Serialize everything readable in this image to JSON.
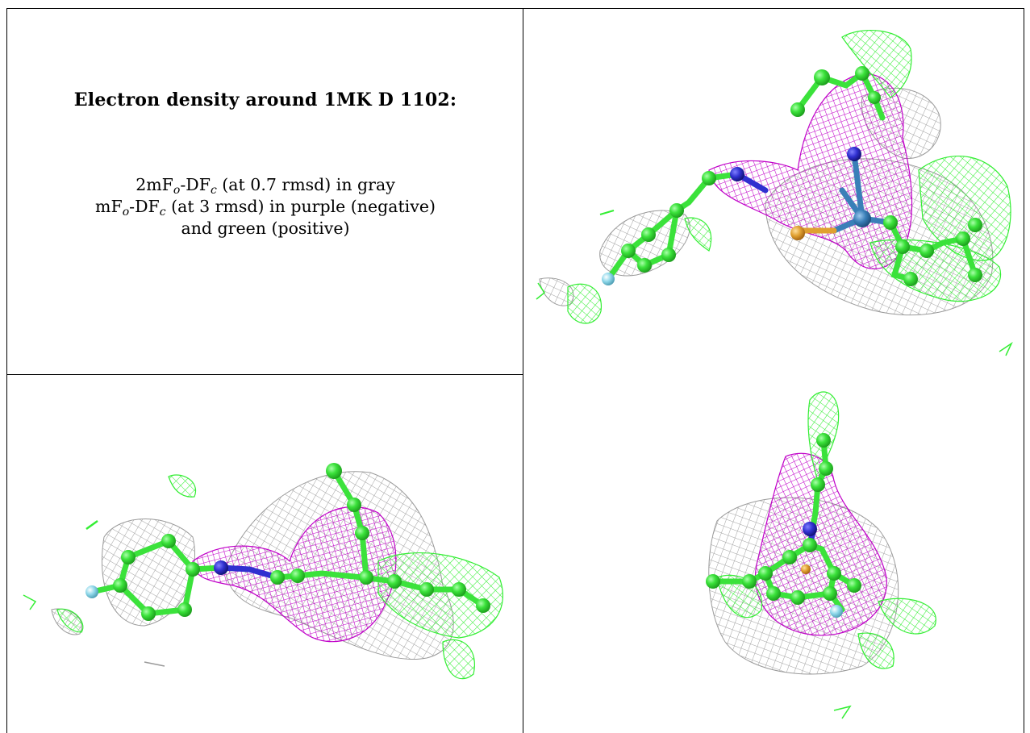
{
  "caption": {
    "title": "Electron density around 1MK D 1102:",
    "line1_prefix": "2mF",
    "line1_mid": "-DF",
    "line1_suffix": " (at 0.7 rmsd) in gray",
    "line2_prefix": "mF",
    "line2_mid": "-DF",
    "line2_suffix": " (at 3 rmsd) in purple (negative)",
    "line3": "and green (positive)",
    "sub_o": "o",
    "sub_c": "c"
  },
  "colors": {
    "gray_mesh": "#9a9a9a",
    "purple_mesh": "#c000c8",
    "green_mesh": "#33ee33",
    "carbon_atom": "#3be23b",
    "nitrogen_atom": "#3030d0",
    "sulfur_atom": "#e0a030",
    "fluorine_atom": "#8fd8ea",
    "metal_atom": "#3a7fb8"
  },
  "panels": [
    {
      "view": "view-1"
    },
    {
      "view": "view-2"
    },
    {
      "view": "view-3"
    }
  ]
}
